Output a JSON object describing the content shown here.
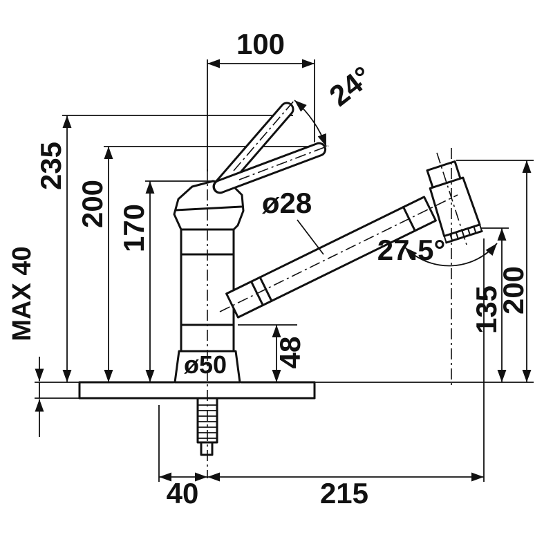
{
  "drawing": {
    "kind": "faucet-installation-dimension-drawing",
    "labels": {
      "lever_reach": "100",
      "lever_angle": "24°",
      "height_lever_max": "235",
      "height_lever": "200",
      "height_body": "170",
      "max_counter_thickness": "MAX 40",
      "spout_diameter": "ø28",
      "spray_head_angle": "27.5°",
      "height_outlet": "135",
      "height_spray_head": "200",
      "base_diameter": "ø50",
      "height_spout_base": "48",
      "offset_shank": "40",
      "reach_outlet": "215"
    }
  }
}
